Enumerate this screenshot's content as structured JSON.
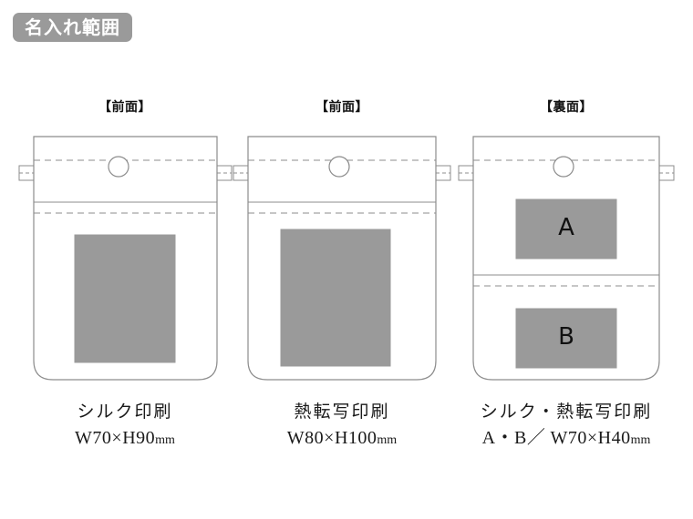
{
  "header": {
    "badge_label": "名入れ範囲",
    "badge_bg": "#9a9a9a",
    "badge_text_color": "#ffffff"
  },
  "colors": {
    "print_area_fill": "#9a9a9a",
    "outline": "#8c8c8c",
    "dashed_line": "#8c8c8c",
    "text": "#1a1a1a"
  },
  "panels": [
    {
      "title": "【前面】",
      "view": "front",
      "print_areas": [
        {
          "label": "",
          "shape": "rect",
          "orientation": "portrait"
        }
      ],
      "caption": {
        "method": "シルク印刷",
        "size": "W70×H90",
        "unit": "mm"
      }
    },
    {
      "title": "【前面】",
      "view": "front",
      "print_areas": [
        {
          "label": "",
          "shape": "rect",
          "orientation": "portrait"
        }
      ],
      "caption": {
        "method": "熱転写印刷",
        "size": "W80×H100",
        "unit": "mm"
      }
    },
    {
      "title": "【裏面】",
      "view": "back",
      "print_areas": [
        {
          "label": "A",
          "shape": "rect",
          "orientation": "landscape"
        },
        {
          "label": "B",
          "shape": "rect",
          "orientation": "landscape"
        }
      ],
      "caption": {
        "method": "シルク・熱転写印刷",
        "size": "A・B／ W70×H40",
        "unit": "mm"
      }
    }
  ]
}
